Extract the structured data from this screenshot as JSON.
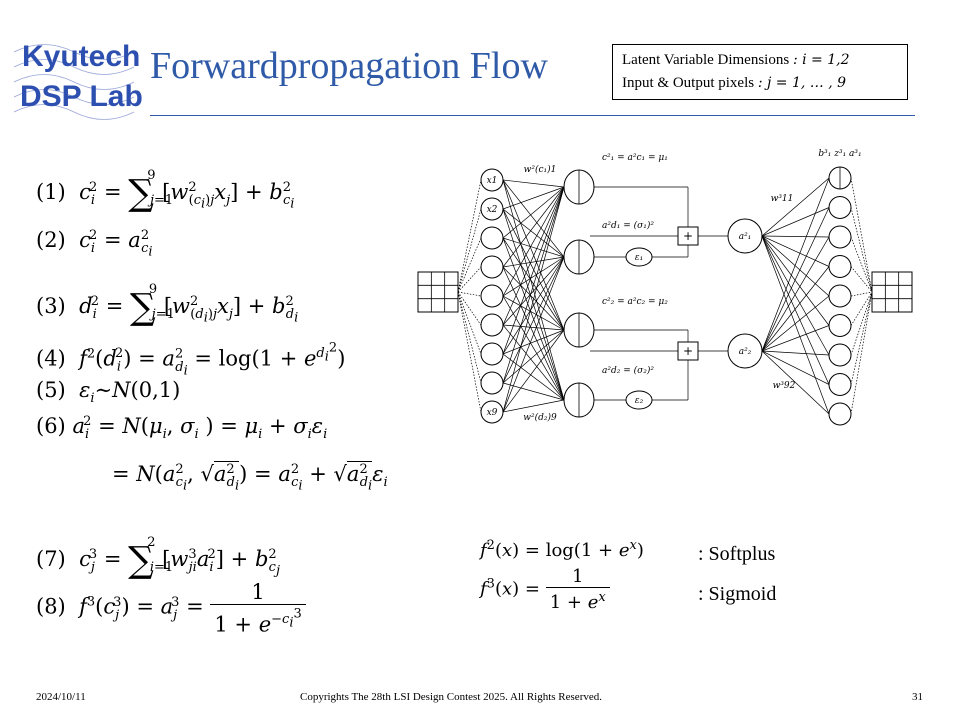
{
  "header": {
    "logo_line1": "Kyutech",
    "logo_line2": "DSP Lab.",
    "title": "Forwardpropagation Flow",
    "box_line1": "Latent Variable Dimensions",
    "box_line1_math": ": i = 1,2",
    "box_line2": "Input & Output pixels",
    "box_line2_math": ": j = 1, … , 9"
  },
  "equations": {
    "eq1_label": "(1)",
    "eq2_label": "(2)",
    "eq3_label": "(3)",
    "eq4_label": "(4)",
    "eq5_label": "(5)",
    "eq6_label": "(6)",
    "eq7_label": "(7)",
    "eq8_label": "(8)"
  },
  "activations": {
    "softplus_label": ": Softplus",
    "sigmoid_label": ": Sigmoid"
  },
  "network": {
    "inputs": [
      "x1",
      "x2",
      "x9"
    ],
    "enc_weight_top": "w²(c₁)1",
    "enc_weight_bottom": "w²(d₂)9",
    "dec_weight_top": "w³11",
    "dec_weight_bottom": "w³92",
    "eq_c1": "c²₁ = a²c₁ = μ₁",
    "eq_d1": "a²d₁ = (σ₁)²",
    "eq_c2": "c²₂ = a²c₂ = μ₂",
    "eq_d2": "a²d₂ = (σ₂)²",
    "eps1": "ε₁",
    "eps2": "ε₂",
    "a1": "a²₁",
    "a2": "a²₂",
    "out_top": "b³₁  z³₁  a³₁"
  },
  "footer": {
    "date": "2024/10/11",
    "copyright": "Copyrights The 28th LSI Design Contest 2025.  All Rights Reserved.",
    "page": "31"
  }
}
